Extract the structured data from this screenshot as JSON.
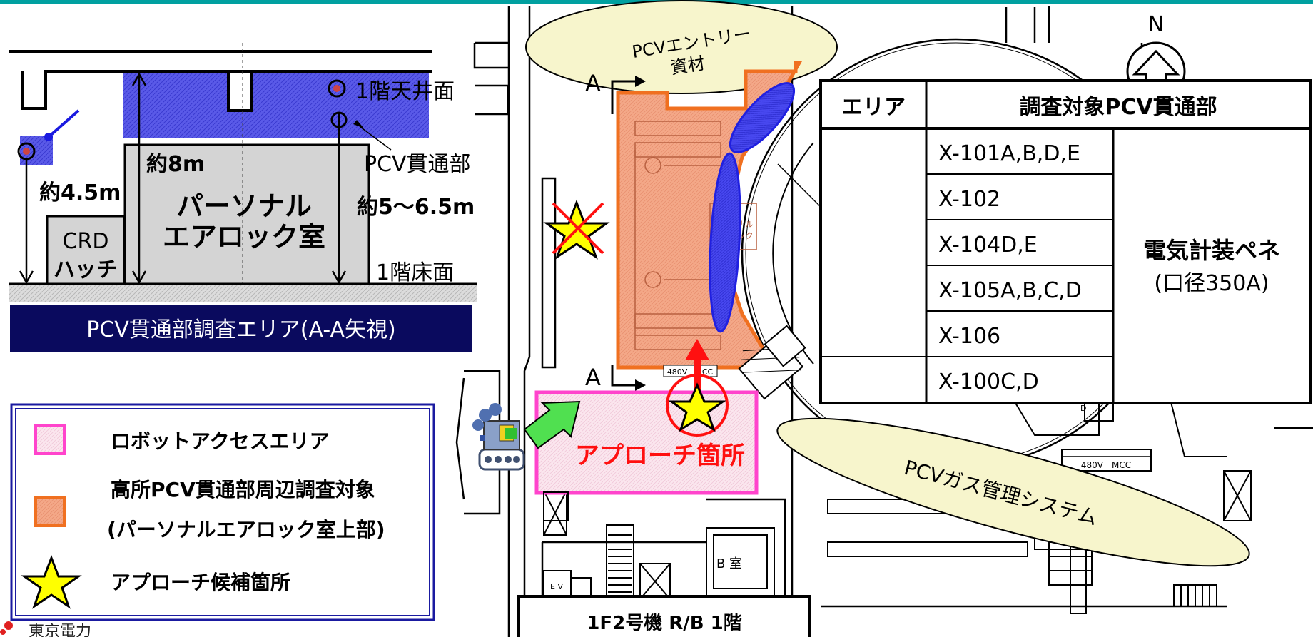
{
  "section_view": {
    "ceiling_label": "1階天井面",
    "floor_label": "1階床面",
    "penetration_label": "PCV貫通部",
    "height_left": "約4.5m",
    "height_mid": "約8m",
    "height_right": "約5～6.5m",
    "crd_line1": "CRD",
    "crd_line2": "ハッチ",
    "airlock_line1": "パーソナル",
    "airlock_line2": "エアロック室",
    "caption": "PCV貫通部調査エリア(A-A矢視)"
  },
  "legend": {
    "items": [
      {
        "label": "ロボットアクセスエリア"
      },
      {
        "label": "高所PCV貫通部周辺調査対象"
      },
      {
        "label": "(パーソナルエアロック室上部)"
      },
      {
        "label": "アプローチ候補箇所"
      }
    ]
  },
  "plan": {
    "compass_label": "N",
    "section_marker_top": "A",
    "section_marker_bottom": "A",
    "pcv_entry_line1": "PCVエントリー",
    "pcv_entry_line2": "資材",
    "approach_label": "アプローチ箇所",
    "mcc_label_1": "480V　MCC",
    "mcc_label_2": "480V　MCC",
    "room_b_label": "B 室",
    "ev_label": "E V",
    "airlock_small_line1": "パーソナル",
    "airlock_small_line2": "エアロック",
    "small_d_label": "D",
    "gas_system_label": "PCVガス管理システム",
    "floor_title": "1F2号機 R/B 1階"
  },
  "table": {
    "header_area": "エリア",
    "header_target": "調査対象PCV貫通部",
    "rows": [
      "X-101A,B,D,E",
      "X-102",
      "X-104D,E",
      "X-105A,B,C,D",
      "X-106",
      "X-100C,D"
    ],
    "merged_line1": "電気計装ペネ",
    "merged_line2": "(口径350A)"
  },
  "colors": {
    "frame_border": "#00a0a0",
    "concrete_blue": "#5050e0",
    "room_gray": "#d4d4d4",
    "caption_navy": "#0a0a5e",
    "robot_area_pink": "#ff44cc",
    "survey_orange": "#f07020",
    "star_yellow": "#ffff00",
    "approach_red": "#ff1010",
    "note_yellow": "#f7f5cc",
    "arrow_green": "#50e050",
    "penetration_blue": "#2020e0"
  },
  "footer": {
    "company": "東京電力"
  }
}
